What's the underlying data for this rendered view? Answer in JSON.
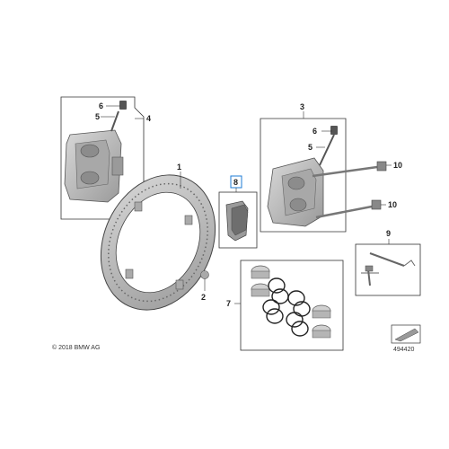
{
  "diagram": {
    "copyright": "© 2018 BMW AG",
    "document_id": "494420",
    "part_labels": {
      "p1": "1",
      "p2": "2",
      "p3": "3",
      "p4": "4",
      "p5_left": "5",
      "p6_left": "6",
      "p5_right": "5",
      "p6_right": "6",
      "p7": "7",
      "p8": "8",
      "p9": "9",
      "p10_top": "10",
      "p10_bottom": "10"
    },
    "colors": {
      "highlight": "#1e7bd4",
      "line": "#333333",
      "part_fill": "#bfbfbf",
      "part_dark": "#8c8c8c"
    }
  }
}
